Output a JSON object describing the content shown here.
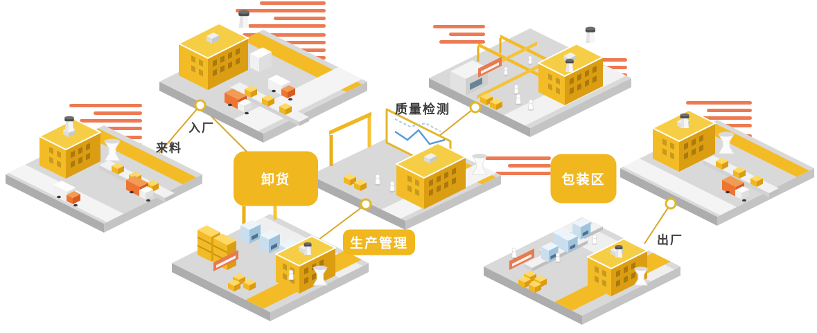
{
  "diagram": {
    "type": "isometric-factory-process-flow",
    "flow_labels": {
      "incoming": "来料",
      "enter_factory": "入厂",
      "unloading": "卸货",
      "quality_inspection": "质量检测",
      "production_management": "生产管理",
      "packaging": "包装区",
      "leave_factory": "出厂"
    },
    "colors": {
      "primary_yellow": "#F3BC27",
      "accent_orange": "#ED7A52",
      "platform_gray": "#D9D9D9",
      "machine_blue": "#C9DEEF",
      "connector_gold": "#D9A62A",
      "text_dark": "#3B3B3B",
      "text_light": "#FFFFFF"
    }
  }
}
